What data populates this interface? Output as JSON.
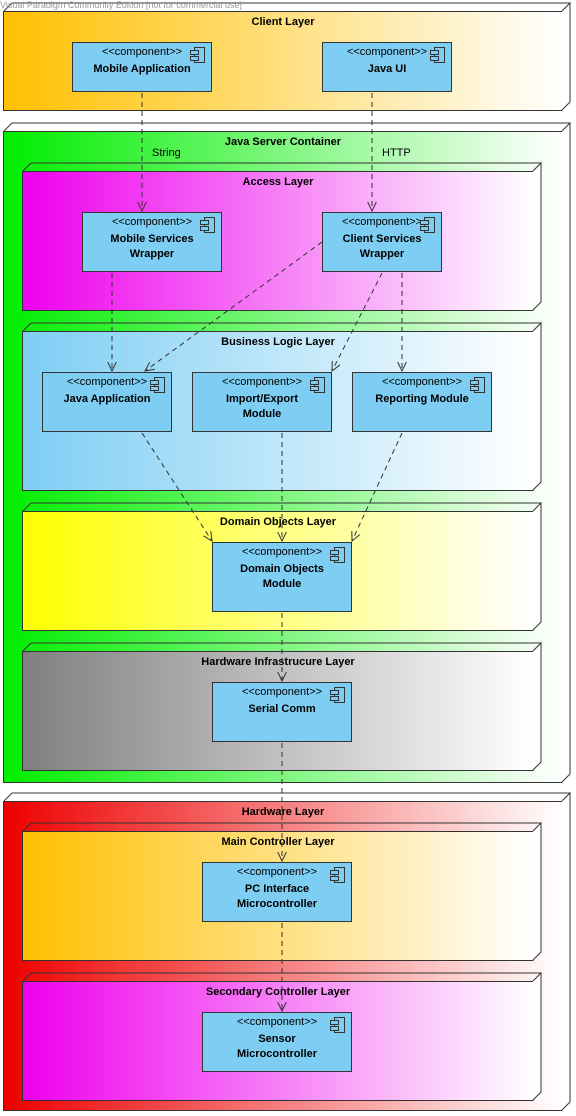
{
  "watermark": "Visual Paradigm Community Edition [not for commercial use]",
  "stereotype": "<<component>>",
  "layers": {
    "client": "Client Layer",
    "server": "Java Server Container",
    "access": "Access Layer",
    "business": "Business Logic Layer",
    "domain": "Domain Objects Layer",
    "hwinfra": "Hardware Infrastrucure Layer",
    "hardware": "Hardware Layer",
    "mainctrl": "Main Controller Layer",
    "secctrl": "Secondary Controller Layer"
  },
  "components": {
    "mobile_app": [
      "Mobile Application"
    ],
    "java_ui": [
      "Java UI"
    ],
    "mobile_services": [
      "Mobile Services",
      "Wrapper"
    ],
    "client_services": [
      "Client Services",
      "Wrapper"
    ],
    "java_app": [
      "Java Application"
    ],
    "import_export": [
      "Import/Export",
      "Module"
    ],
    "reporting": [
      "Reporting Module"
    ],
    "domain_objects": [
      "Domain Objects",
      "Module"
    ],
    "serial_comm": [
      "Serial Comm"
    ],
    "pc_interface": [
      "PC Interface",
      "Microcontroller"
    ],
    "sensor": [
      "Sensor",
      "Microcontroller"
    ]
  },
  "edge_labels": {
    "string": "String",
    "http": "HTTP"
  },
  "colors": {
    "client_gradient": [
      "#ffc000",
      "#ffffff"
    ],
    "server_gradient": [
      "#00ee00",
      "#ffffff"
    ],
    "access_gradient": [
      "#ee00ee",
      "#ffffff"
    ],
    "business_gradient": [
      "#7ecef4",
      "#ffffff"
    ],
    "domain_gradient": [
      "#ffff00",
      "#ffffff"
    ],
    "hwinfra_gradient": [
      "#808080",
      "#ffffff"
    ],
    "hardware_gradient": [
      "#ee0000",
      "#ffffff"
    ],
    "component_fill": "#7ecef4"
  }
}
